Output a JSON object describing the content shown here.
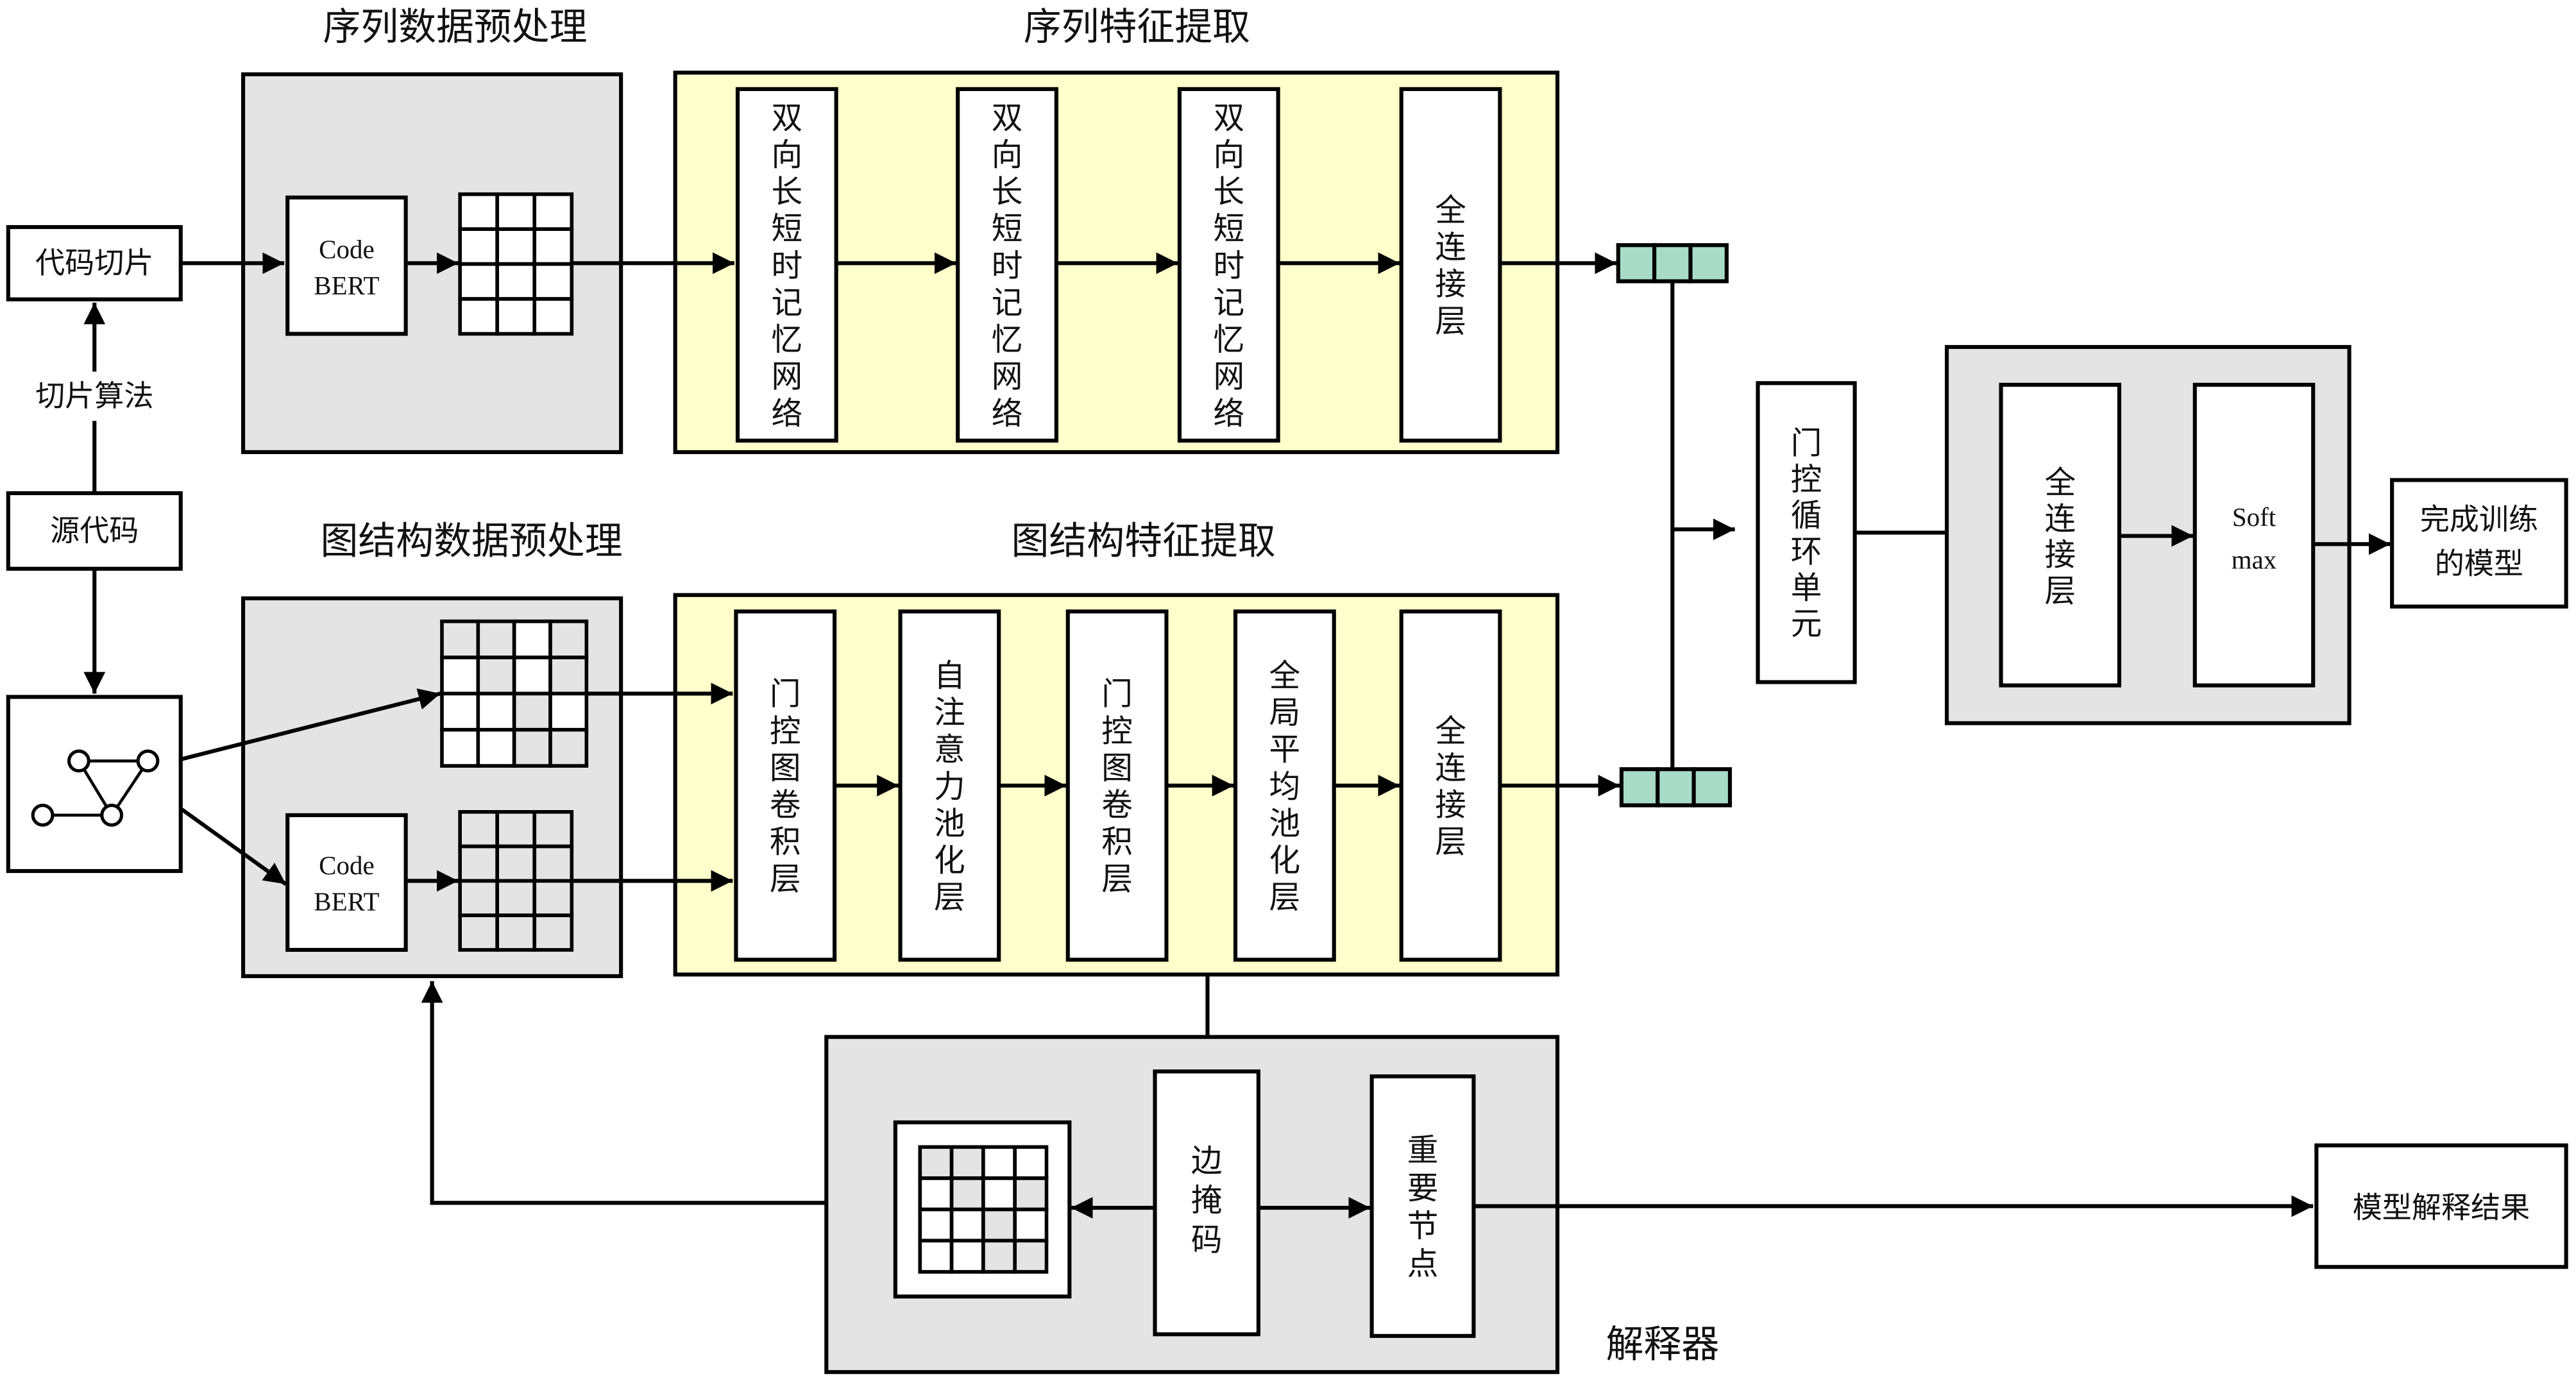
{
  "colors": {
    "panel_gray": "#e4e4e4",
    "panel_yellow": "#ffffcc",
    "vector_cell": "#a8dcc8",
    "matrix_gray": "#e4e4e4",
    "matrix_white": "#ffffff",
    "line": "#000000"
  },
  "inputs": {
    "code_slice": "代码切片",
    "slice_algorithm": "切片算法",
    "source_code": "源代码",
    "graph_icon": "graph-icon"
  },
  "sequence_preprocess": {
    "title": "序列数据预处理",
    "codebert_line1": "Code",
    "codebert_line2": "BERT",
    "embedding_grid": {
      "rows": 4,
      "cols": 3
    }
  },
  "sequence_features": {
    "title": "序列特征提取",
    "layers": [
      "双向长短时记忆网络",
      "双向长短时记忆网络",
      "双向长短时记忆网络",
      "全连接层"
    ]
  },
  "graph_preprocess": {
    "title": "图结构数据预处理",
    "adjacency_matrix": [
      [
        "gray",
        "gray",
        "white",
        "gray"
      ],
      [
        "white",
        "gray",
        "white",
        "gray"
      ],
      [
        "white",
        "white",
        "gray",
        "white"
      ],
      [
        "white",
        "white",
        "gray",
        "gray"
      ]
    ],
    "codebert_line1": "Code",
    "codebert_line2": "BERT",
    "embedding_grid": {
      "rows": 4,
      "cols": 3
    }
  },
  "graph_features": {
    "title": "图结构特征提取",
    "layers": [
      "门控图卷积层",
      "自注意力池化层",
      "门控图卷积层",
      "全局平均池化层",
      "全连接层"
    ]
  },
  "fusion": {
    "vector_cells": 3,
    "gru": "门控循环单元"
  },
  "classifier": {
    "fc": "全连接层",
    "softmax_line1": "Soft",
    "softmax_line2": "max",
    "output": "完成训练的模型"
  },
  "explainer": {
    "title": "解释器",
    "edge_mask": "边掩码",
    "important_nodes": "重要节点",
    "mask_matrix": [
      [
        "gray",
        "gray",
        "white",
        "white"
      ],
      [
        "white",
        "gray",
        "white",
        "gray"
      ],
      [
        "white",
        "white",
        "gray",
        "white"
      ],
      [
        "white",
        "white",
        "gray",
        "gray"
      ]
    ],
    "result": "模型解释结果"
  }
}
